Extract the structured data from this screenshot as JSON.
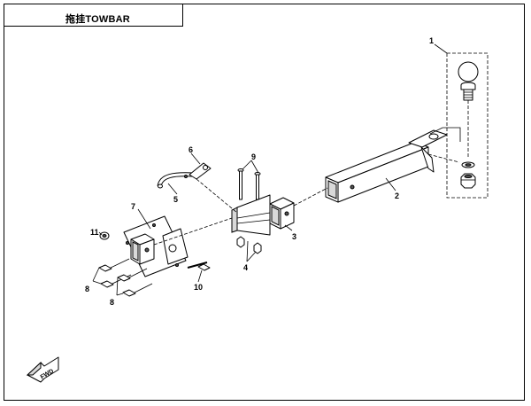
{
  "header": {
    "title": "拖挂TOWBAR"
  },
  "callouts": {
    "c1": "1",
    "c2": "2",
    "c3": "3",
    "c4": "4",
    "c5": "5",
    "c6": "6",
    "c7": "7",
    "c8a": "8",
    "c8b": "8",
    "c9": "9",
    "c10": "10",
    "c11": "11"
  },
  "direction_arrow": {
    "label": "FWD"
  }
}
